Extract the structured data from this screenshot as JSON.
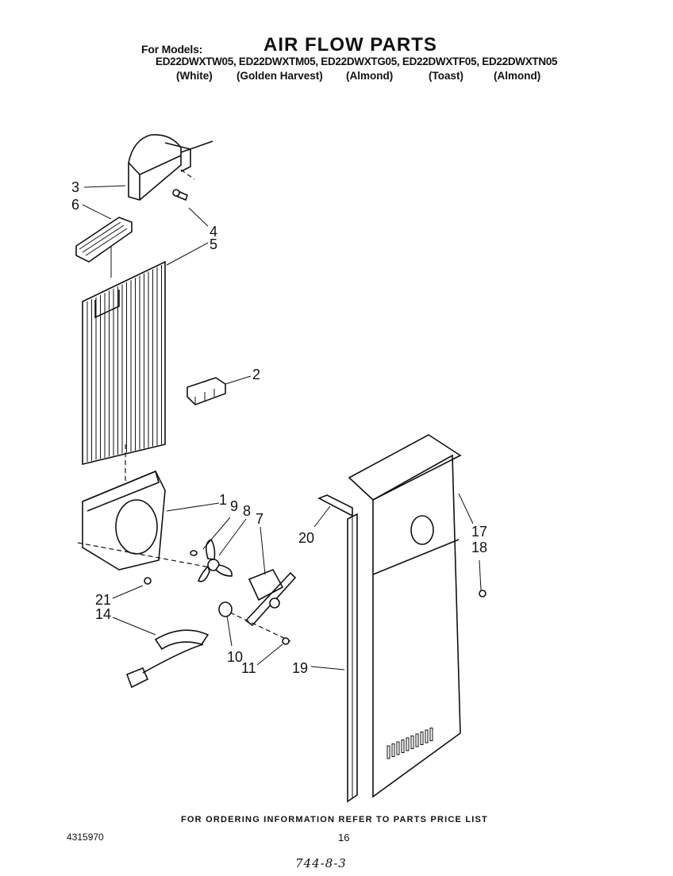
{
  "header": {
    "for_models_label": "For Models:",
    "title": "AIR FLOW PARTS",
    "models_line": "ED22DWXTW05, ED22DWXTM05, ED22DWXTG05, ED22DWXTF05, ED22DWXTN05",
    "colors": [
      "(White)",
      "(Golden Harvest)",
      "(Almond)",
      "(Toast)",
      "(Almond)"
    ]
  },
  "callouts": [
    "3",
    "6",
    "4",
    "5",
    "2",
    "1",
    "9",
    "8",
    "7",
    "20",
    "17",
    "18",
    "21",
    "14",
    "10",
    "11",
    "19"
  ],
  "footer": {
    "ordering_note": "FOR ORDERING INFORMATION REFER TO PARTS PRICE LIST",
    "doc_number": "4315970",
    "page_number": "16",
    "handwritten_note": "744-8-3"
  }
}
